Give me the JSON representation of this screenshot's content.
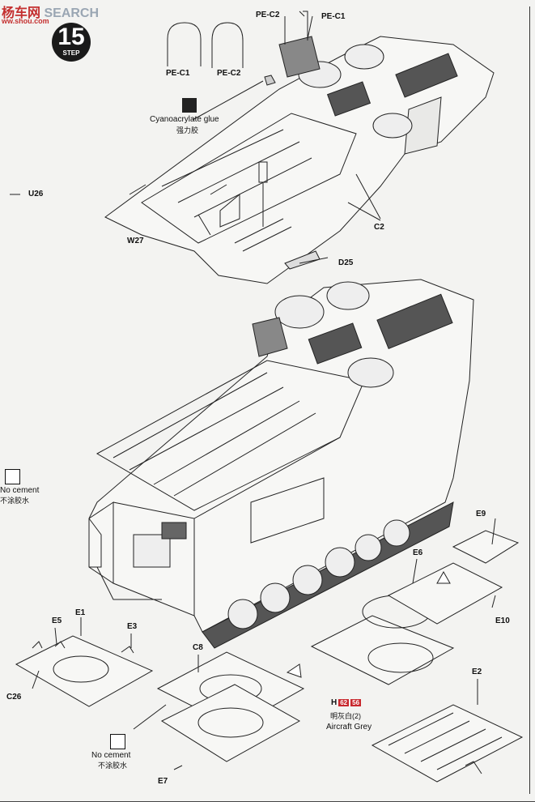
{
  "watermark": {
    "part1": "杨车网",
    "part2": "SEARCH",
    "url": "ww.shou.com"
  },
  "step": {
    "number": "15",
    "word": "STEP"
  },
  "parts": {
    "pe_c2_top": "PE-C2",
    "pe_c1_top": "PE-C1",
    "pe_c1_detail": "PE-C1",
    "pe_c2_detail": "PE-C2",
    "u26": "U26",
    "w27": "W27",
    "c2": "C2",
    "d25": "D25",
    "e9": "E9",
    "e6": "E6",
    "e10": "E10",
    "e1": "E1",
    "e5": "E5",
    "e3": "E3",
    "c26": "C26",
    "c8": "C8",
    "e2": "E2",
    "e7": "E7"
  },
  "glue": {
    "en": "Cyanoacrylate glue",
    "cn": "强力胶"
  },
  "no_cement_left": {
    "en": "No cement",
    "cn": "不涂胶水"
  },
  "no_cement_bottom": {
    "en": "No cement",
    "cn": "不涂胶水"
  },
  "paint": {
    "letter": "H",
    "code1": "62",
    "code2": "56",
    "cn": "明灰白(2)",
    "en": "Aircraft Grey"
  }
}
